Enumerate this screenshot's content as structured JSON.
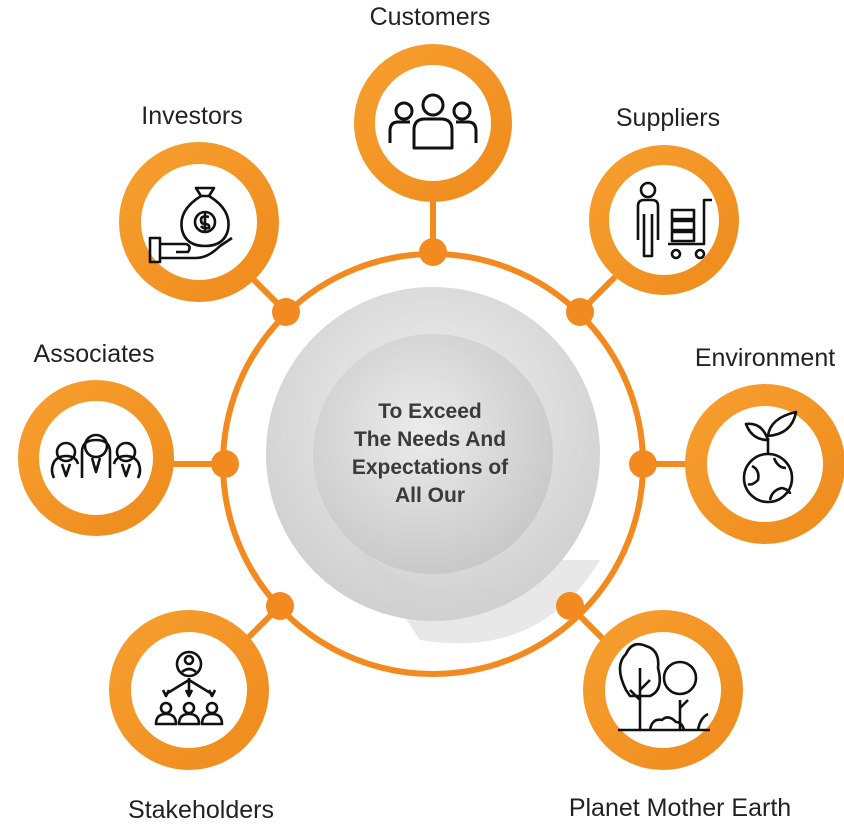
{
  "center": {
    "lines": [
      "To Exceed",
      "The Needs And",
      "Expectations of",
      "All Our"
    ]
  },
  "nodes": [
    {
      "id": "customers",
      "label": "Customers",
      "icon": "customers-group-icon"
    },
    {
      "id": "suppliers",
      "label": "Suppliers",
      "icon": "supplier-cart-icon"
    },
    {
      "id": "environment",
      "label": "Environment",
      "icon": "earth-plant-icon"
    },
    {
      "id": "planet",
      "label": "Planet Mother Earth",
      "icon": "trees-icon"
    },
    {
      "id": "stakeholders",
      "label": "Stakeholders",
      "icon": "hierarchy-people-icon"
    },
    {
      "id": "associates",
      "label": "Associates",
      "icon": "team-people-icon"
    },
    {
      "id": "investors",
      "label": "Investors",
      "icon": "money-bag-hand-icon"
    }
  ],
  "colors": {
    "ring": "#f28a1f",
    "ring_dark": "#e87511",
    "accent_light": "#f7a33a",
    "hub": "#d6d6d6",
    "text": "#222222"
  }
}
